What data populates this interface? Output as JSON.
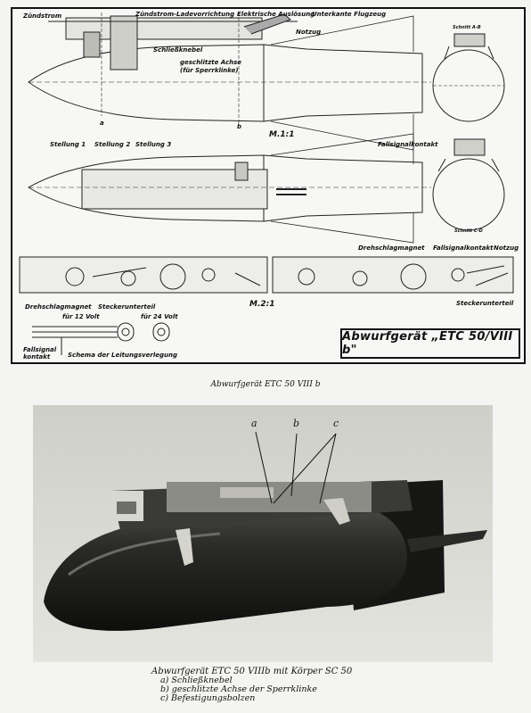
{
  "drawing": {
    "labels": {
      "zuendstrom": "Zündstrom",
      "ladevorrichtung": "Zündstrom-Ladevorrichtung",
      "elektrische": "Elektrische Auslösung",
      "unterkante": "Unterkante Flugzeug",
      "notzug_top": "Notzug",
      "schliess": "Schließknebel",
      "achse1": "geschlitzte Achse",
      "achse2": "(für Sperrklinke)",
      "schnitt_ab": "Schnitt A-B",
      "schnitt_cd": "Schnitt C-D",
      "m1": "M.1:1",
      "m2": "M.2:1",
      "stellung1": "Stellung 1",
      "stellung2": "Stellung 2",
      "stellung3": "Stellung 3",
      "fallsignal_top": "Fallsignalkontakt",
      "drehschlag_right": "Drehschlagmagnet",
      "fallsignal_right": "Fallsignalkontakt",
      "notzug_right": "Notzug",
      "steckerunterteil_right": "Steckerunterteil",
      "drehschlag_left": "Drehschlagmagnet",
      "steckerunterteil_left": "Steckerunterteil",
      "volt12": "für 12 Volt",
      "volt24": "für 24 Volt",
      "fallsignal_bottom1": "Fallsignal",
      "fallsignal_bottom2": "kontakt",
      "schema": "Schema der Leitungsverlegung",
      "a": "a",
      "b": "b"
    },
    "title_box": "Abwurfgerät „ETC 50/VIII b\""
  },
  "caption_top": "Abwurfgerät ETC 50 VIII b",
  "photo": {
    "tags": [
      "a",
      "b",
      "c"
    ]
  },
  "caption_bottom": {
    "title": "Abwurfgerät ETC 50 VIIIb mit Körper SC 50",
    "items": [
      "a) Schließknebel",
      "b) geschlitzte Achse der Sperrklinke",
      "c) Befestigungsbolzen"
    ]
  }
}
